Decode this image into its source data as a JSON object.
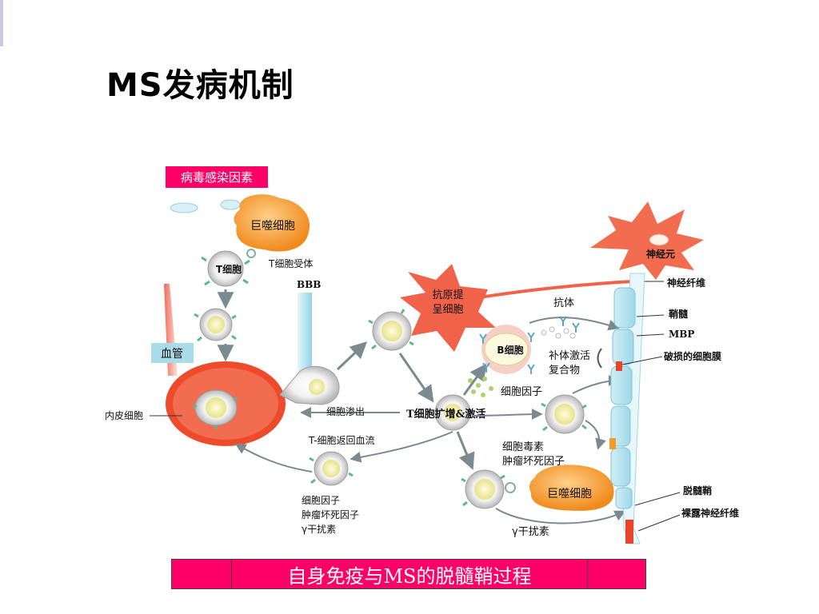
{
  "title": "MS发病机制",
  "diagram": {
    "virus_label": "病毒感染因素",
    "macrophage_top": "巨噬细胞",
    "t_cell": "T细胞",
    "t_cell_receptor": "T细胞受体",
    "bbb": "BBB",
    "blood_vessel": "血管",
    "endothelial_cell": "内皮细胞",
    "cell_infiltration": "细胞渗出",
    "t_cell_return": "T-细胞返回血流",
    "cytokines_left": [
      "细胞因子",
      "肿瘤坏死因子",
      "γ干扰素"
    ],
    "apc": [
      "抗原提",
      "呈细胞"
    ],
    "t_cell_expansion": "T细胞扩增&激活",
    "b_cell": "B细胞",
    "antibody": "抗体",
    "complement": [
      "补体激活",
      "复合物"
    ],
    "cytokine_mid": "细胞因子",
    "cytotoxin": [
      "细胞毒素",
      "肿瘤坏死因子"
    ],
    "macrophage_bottom": "巨噬细胞",
    "interferon_bottom": "γ干扰素",
    "neuron": "神经元",
    "nerve_fiber": "神经纤维",
    "myelin": "鞘髓",
    "mbp": "MBP",
    "damaged_membrane": "破损的细胞膜",
    "demyelination": "脱髓鞘",
    "bare_fiber": "裸露神经纤维"
  },
  "caption": "自身免疫与MS的脱髓鞘过程",
  "colors": {
    "accent_pink": "#ff0066",
    "macrophage_orange": "#f39a2a",
    "neuron_red": "#f26c4f",
    "vessel_blue": "#a9dce8",
    "apc_red": "#e8442c"
  }
}
